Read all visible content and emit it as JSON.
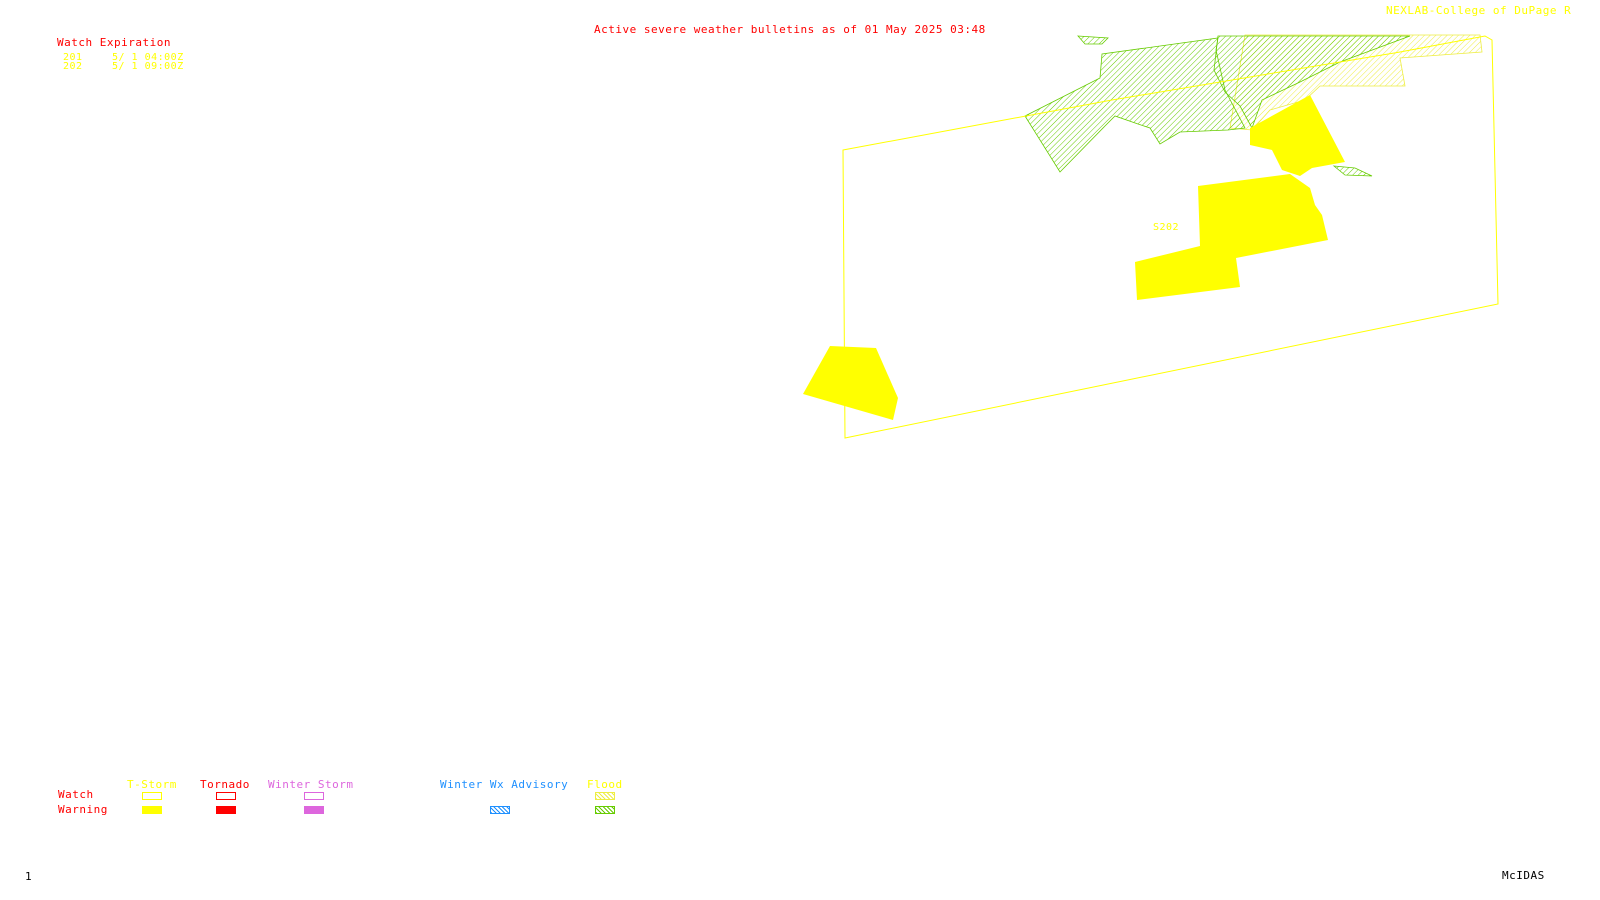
{
  "header": {
    "title": "Active severe weather bulletins as of 01 May 2025 03:48",
    "credit": "NEXLAB-College of DuPage R"
  },
  "watch_expiration": {
    "heading": "Watch Expiration",
    "rows": [
      {
        "id": "201",
        "expires": "5/ 1 04:00Z"
      },
      {
        "id": "202",
        "expires": "5/ 1 09:00Z"
      }
    ]
  },
  "map": {
    "watch_label": "S202"
  },
  "legend": {
    "row_watch": "Watch",
    "row_warning": "Warning",
    "columns": [
      {
        "label": "T-Storm",
        "color": "#ffff00"
      },
      {
        "label": "Tornado",
        "color": "#ff0000"
      },
      {
        "label": "Winter Storm",
        "color": "#dd66dd"
      },
      {
        "label": "Winter Wx Advisory",
        "color": "#1e90ff"
      },
      {
        "label": "Flood",
        "color": "#ffff00",
        "warning_color": "#66cc00"
      }
    ]
  },
  "footer": {
    "frame": "1",
    "software": "McIDAS"
  },
  "colors": {
    "title": "#ff0000",
    "tstorm": "#ffff00",
    "flood_warning": "#66cc00",
    "flood_watch": "#eeee44"
  }
}
